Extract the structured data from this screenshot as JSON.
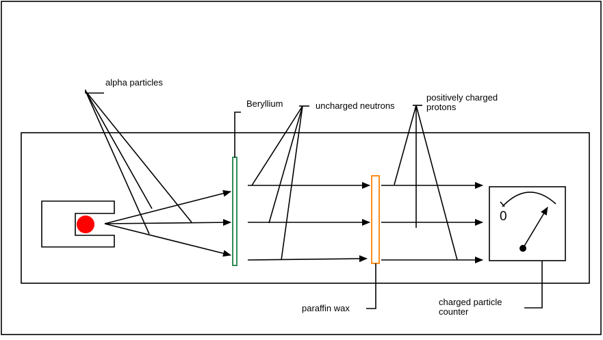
{
  "labels": {
    "alpha_particles": "alpha  particles",
    "beryllium": "Beryllium",
    "uncharged_neutrons": "uncharged neutrons",
    "positively_charged": "positively charged",
    "protons": "protons",
    "paraffin_wax": "paraffin wax",
    "charged_particle": "charged particle",
    "counter": "counter"
  },
  "counter_dial": {
    "zero_label": "0"
  },
  "colors": {
    "source": "#ff0000",
    "beryllium": "#2e8b57",
    "paraffin": "#ff8c1a",
    "lines": "#000000"
  }
}
